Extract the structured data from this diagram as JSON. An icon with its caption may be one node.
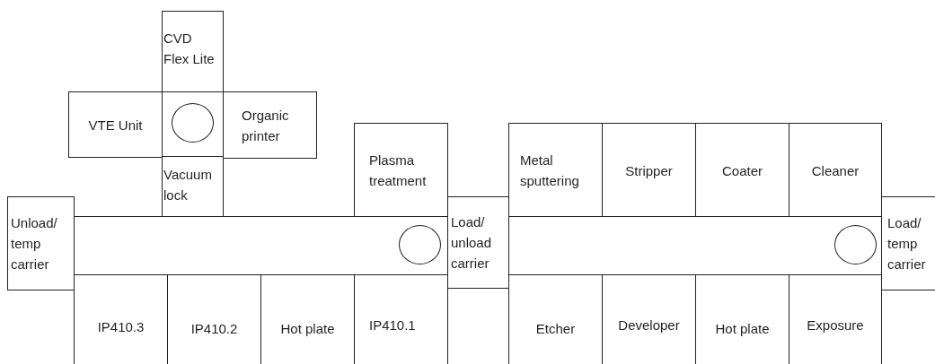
{
  "diagram": {
    "nodes": [
      {
        "text": [
          "CVD Flex Lite"
        ]
      },
      {
        "text": [
          "VTE Unit"
        ]
      },
      {
        "text": [],
        "shape": "box"
      },
      {
        "text": [],
        "shape": "circle",
        "in": 2
      },
      {
        "text": [
          "Organic printer"
        ]
      },
      {
        "text": [
          "Plasma treatment"
        ]
      },
      {
        "text": [
          "Metal sputtering"
        ]
      },
      {
        "text": [
          "Stripper"
        ]
      },
      {
        "text": [
          "Coater"
        ]
      },
      {
        "text": [
          "Cleaner"
        ]
      },
      {
        "text": [
          "Vacuum lock"
        ]
      },
      {
        "text": [
          "Unload/ temp carrier"
        ]
      },
      {
        "text": [],
        "shape": "box"
      },
      {
        "text": [],
        "shape": "circle",
        "in": 12
      },
      {
        "text": [
          "Load/ unload carrier"
        ]
      },
      {
        "text": [],
        "shape": "box"
      },
      {
        "text": [],
        "shape": "circle",
        "in": 15
      },
      {
        "text": [
          "Load/ temp carrier"
        ]
      },
      {
        "text": [
          "IP410.3"
        ]
      },
      {
        "text": [
          "IP410.2"
        ]
      },
      {
        "text": [
          "Hot plate"
        ]
      },
      {
        "text": [
          "IP410.1"
        ]
      },
      {
        "text": [
          "Etcher"
        ]
      },
      {
        "text": [
          "Developer"
        ]
      },
      {
        "text": [
          "Hot plate"
        ]
      },
      {
        "text": [
          "Exposure"
        ]
      }
    ]
  }
}
